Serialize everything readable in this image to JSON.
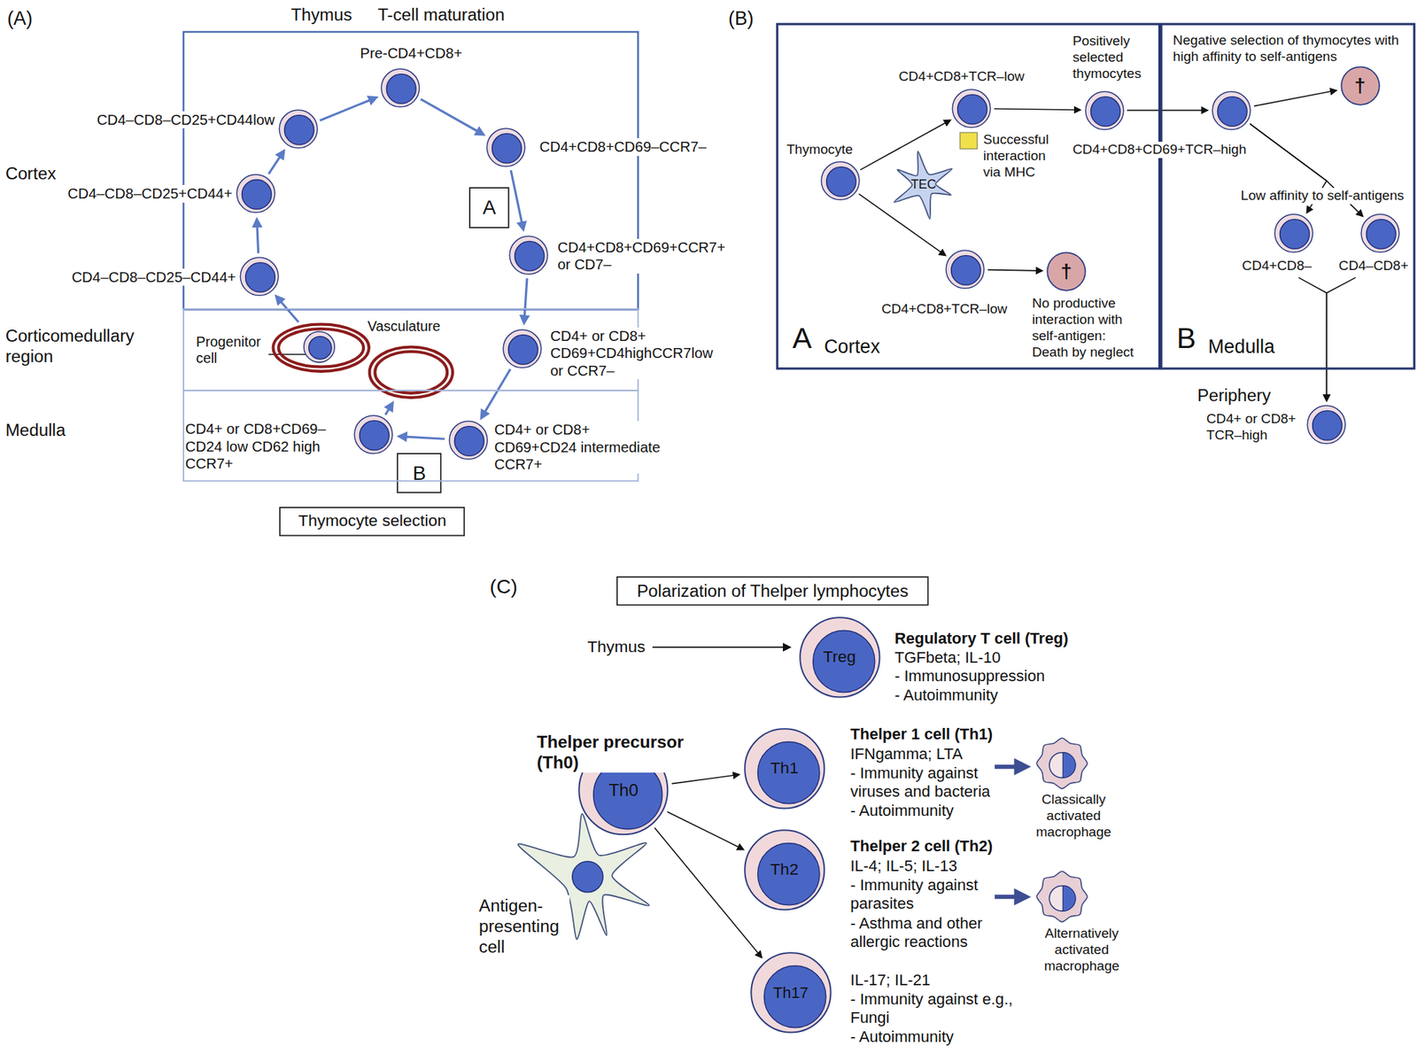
{
  "diagram": {
    "nodes": [
      {
        "text": [
          "Cortex"
        ]
      },
      {
        "text": [
          "Corticomedullary region"
        ]
      },
      {
        "text": [
          "Medulla"
        ]
      },
      {
        "text": [
          "CD4–CD8–CD25–CD44+"
        ],
        "in": 0
      },
      {
        "text": [
          "CD4–CD8–CD25+CD44+"
        ],
        "in": 0
      },
      {
        "text": [
          "CD4–CD8–CD25+CD44low"
        ],
        "in": 0
      },
      {
        "text": [
          "Pre-CD4+CD8+"
        ],
        "in": 0
      },
      {
        "text": [
          "CD4+CD8+CD69–CCR7–"
        ],
        "in": 0
      },
      {
        "text": [
          "A"
        ],
        "in": 0
      },
      {
        "text": [
          "CD4+CD8+CD69+CCR7+ or CD7–"
        ],
        "in": 0
      },
      {
        "text": [
          "Progenitor cell"
        ],
        "in": 1
      },
      {
        "text": [
          "Vasculature"
        ],
        "in": 1
      },
      {
        "text": [
          "CD4+ or CD8+ CD69+CD4highCCR7low or CCR7–"
        ],
        "in": 1
      },
      {
        "text": [
          "CD4+ or CD8+CD69– CD24 low CD62 high CCR7+"
        ],
        "in": 2
      },
      {
        "text": [
          "CD4+ or CD8+ CD69+CD24 intermediate CCR7+"
        ],
        "in": 2
      },
      {
        "text": [
          "B"
        ],
        "in": 2
      },
      {
        "text": [
          "Thymocyte selection"
        ]
      },
      {
        "text": [
          "A",
          "Cortex"
        ]
      },
      {
        "text": [
          "Thymocyte"
        ],
        "in": 17
      },
      {
        "text": [
          "CD4+CD8+TCR–low"
        ],
        "in": 17
      },
      {
        "text": [
          "TEC"
        ],
        "in": 17
      },
      {
        "text": [
          "CD4+CD8+TCR–low"
        ],
        "in": 17
      },
      {
        "text": [
          "†",
          "No productive interaction with self-antigen: Death by neglect"
        ],
        "in": 17
      },
      {
        "text": [
          "Positively selected thymocytes"
        ],
        "in": 17
      },
      {
        "text": [
          "B",
          "Medulla"
        ]
      },
      {
        "text": [
          "Negative selection of thymocytes with high affinity to self-antigens"
        ],
        "in": 24
      },
      {
        "text": [
          "†"
        ],
        "in": 24
      },
      {
        "text": [
          "CD4+CD8–"
        ],
        "in": 24
      },
      {
        "text": [
          "CD4–CD8+"
        ],
        "in": 24
      },
      {
        "text": [
          "CD4+ or CD8+ TCR–high"
        ]
      },
      {
        "text": [
          "Polarization of Thelper lymphocytes"
        ]
      },
      {
        "text": [
          "Treg",
          "Regulatory T cell (Treg)",
          "TGFbeta; IL-10",
          "- Immunosuppression",
          "- Autoimmunity"
        ]
      },
      {
        "text": [
          "Thelper precursor (Th0)",
          "Th0"
        ]
      },
      {
        "text": [
          "Antigen- presenting cell"
        ]
      },
      {
        "text": [
          "Th1",
          "Thelper 1 cell (Th1)",
          "IFNgamma; LTA",
          "- Immunity against viruses and bacteria",
          "- Autoimmunity"
        ]
      },
      {
        "text": [
          "Classically activated macrophage"
        ]
      },
      {
        "text": [
          "Th2",
          "Thelper 2 cell (Th2)",
          "IL-4; IL-5; IL-13",
          "- Immunity against parasites",
          "- Asthma and other allergic reactions"
        ]
      },
      {
        "text": [
          "Alternatively activated macrophage"
        ]
      },
      {
        "text": [
          "Th17",
          "IL-17; IL-21",
          "- Immunity against e.g., Fungi",
          "- Autoimmunity"
        ]
      }
    ],
    "edges": [
      {
        "from": 10,
        "to": 3,
        "arrow": "to"
      },
      {
        "from": 3,
        "to": 4,
        "arrow": "to"
      },
      {
        "from": 4,
        "to": 5,
        "arrow": "to"
      },
      {
        "from": 5,
        "to": 6,
        "arrow": "to"
      },
      {
        "from": 6,
        "to": 7,
        "arrow": "to"
      },
      {
        "from": 7,
        "to": 9,
        "arrow": "to"
      },
      {
        "from": 9,
        "to": 12,
        "arrow": "to"
      },
      {
        "from": 12,
        "to": 14,
        "arrow": "to"
      },
      {
        "from": 14,
        "to": 13,
        "arrow": "to"
      },
      {
        "from": 13,
        "to": 11,
        "arrow": "to"
      },
      {
        "from": 18,
        "to": 19,
        "arrow": "to"
      },
      {
        "from": 18,
        "to": 21,
        "arrow": "to"
      },
      {
        "from": 21,
        "to": 22,
        "arrow": "to"
      },
      {
        "from": 19,
        "to": 23,
        "arrow": "to"
      },
      {
        "from": 23,
        "to": 25,
        "arrow": "to"
      },
      {
        "from": 25,
        "to": 26,
        "arrow": "to"
      },
      {
        "from": 25,
        "to": 27,
        "arrow": "to"
      },
      {
        "from": 25,
        "to": 28,
        "arrow": "to"
      },
      {
        "from": 27,
        "to": 29,
        "arrow": "to"
      },
      {
        "from": 28,
        "to": 29,
        "arrow": "to"
      },
      {
        "from": 32,
        "to": 34,
        "arrow": "to"
      },
      {
        "from": 32,
        "to": 36,
        "arrow": "to"
      },
      {
        "from": 32,
        "to": 38,
        "arrow": "to"
      },
      {
        "from": 34,
        "to": 35,
        "arrow": "to"
      },
      {
        "from": 36,
        "to": 37,
        "arrow": "to"
      }
    ],
    "labels": [
      "(A)",
      "Thymus",
      "T-cell maturation",
      "(B)",
      "Successful interaction via MHC",
      "CD4+CD8+CD69+TCR–high",
      "Low affinity to self-antigens",
      "Periphery",
      "(C)",
      "Thymus"
    ]
  }
}
